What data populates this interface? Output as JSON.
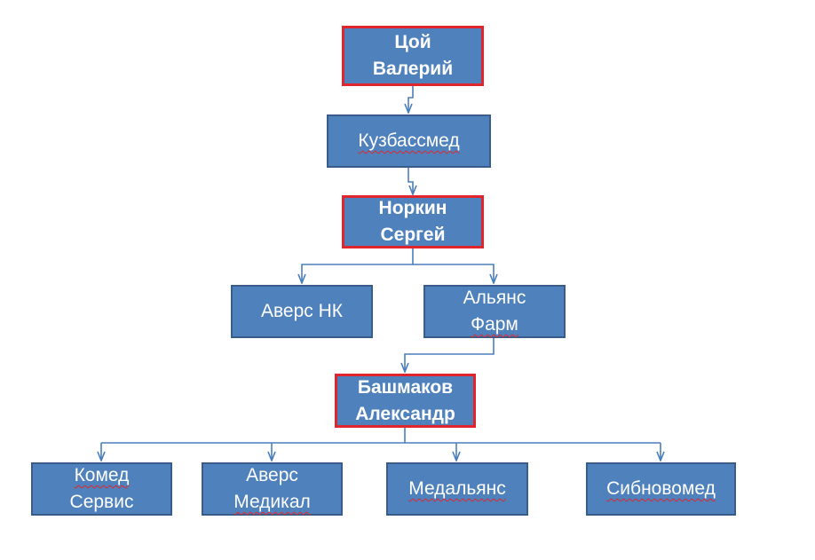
{
  "nodes": {
    "tsoy": {
      "line1": "Цой",
      "line2": "Валерий"
    },
    "kuzbassmed": {
      "line1": "Кузбассмед"
    },
    "norkin": {
      "line1": "Норкин",
      "line2": "Сергей"
    },
    "avers_nk": {
      "line1": "Аверс НК"
    },
    "alyans": {
      "line1": "Альянс",
      "line2": "Фарм"
    },
    "bashmakov": {
      "line1": "Башмаков",
      "line2": "Александр"
    },
    "komed": {
      "line1": "Комед",
      "line2": "Сервис"
    },
    "avers_med": {
      "line1": "Аверс",
      "line2": "Медикал"
    },
    "medalyans": {
      "line1": "Медальянс"
    },
    "sibnovomed": {
      "line1": "Сибновомед"
    }
  },
  "colors": {
    "box_fill": "#4f81bd",
    "box_border": "#385d8a",
    "person_border": "#e0262c",
    "connector": "#4a7ebb",
    "text": "#ffffff"
  }
}
